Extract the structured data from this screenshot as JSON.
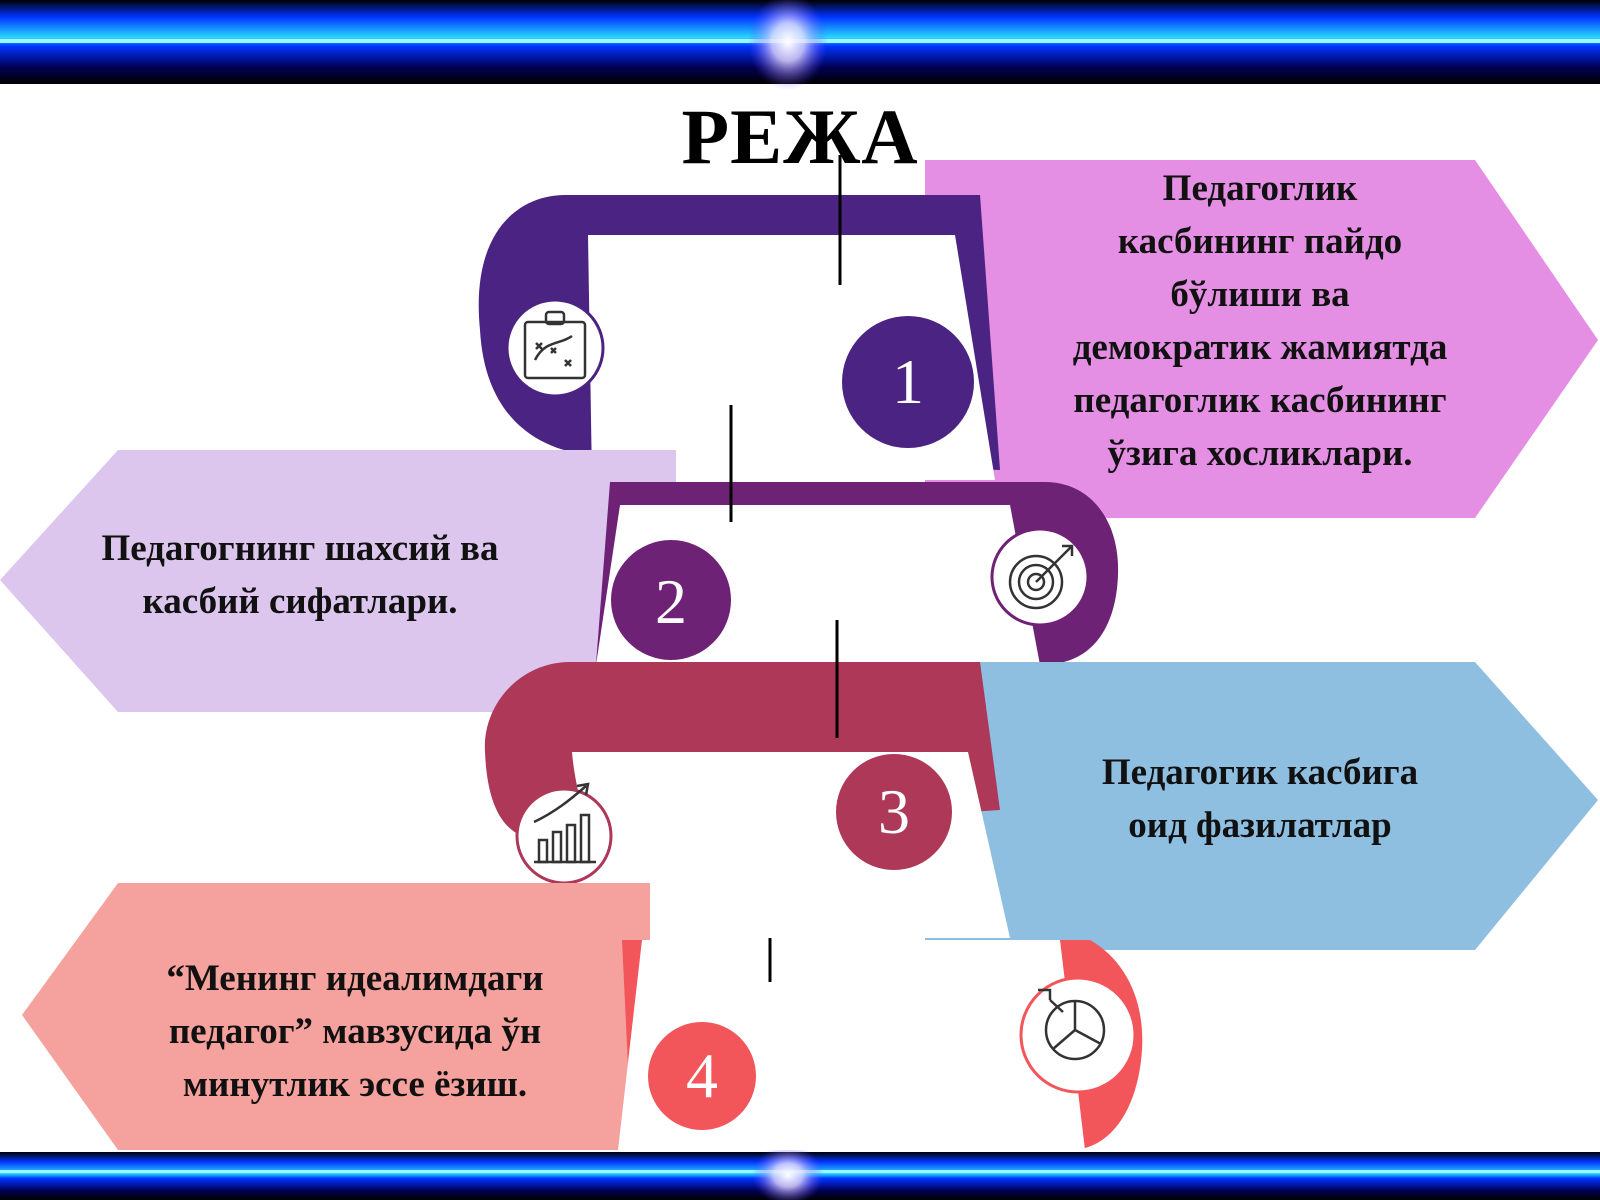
{
  "title": "РЕЖА",
  "items": [
    {
      "number": "1",
      "text": "Педагоглик\nкасбининг пайдо\nбўлиши ва\nдемократик жамиятда\nпедагоглик касбининг\nўзига хосликлари.",
      "color": "#4b2382",
      "panel_color": "#e48ee4",
      "icon": "strategy-board-icon"
    },
    {
      "number": "2",
      "text": "Педагогнинг шахсий ва\nкасбий сифатлари.",
      "color": "#6e2276",
      "panel_color": "#dcc6ee",
      "icon": "target-arrow-icon"
    },
    {
      "number": "3",
      "text": "Педагогик касбига\nоид фазилатлар",
      "color": "#ad3858",
      "panel_color": "#8ebfe0",
      "icon": "growth-chart-icon"
    },
    {
      "number": "4",
      "text": "“Менинг идеалимдаги\nпедагог” мавзусида  ўн\nминутлик эссе ёзиш.",
      "color": "#f2565a",
      "panel_color": "#f5a19d",
      "icon": "radar-pie-icon"
    }
  ]
}
